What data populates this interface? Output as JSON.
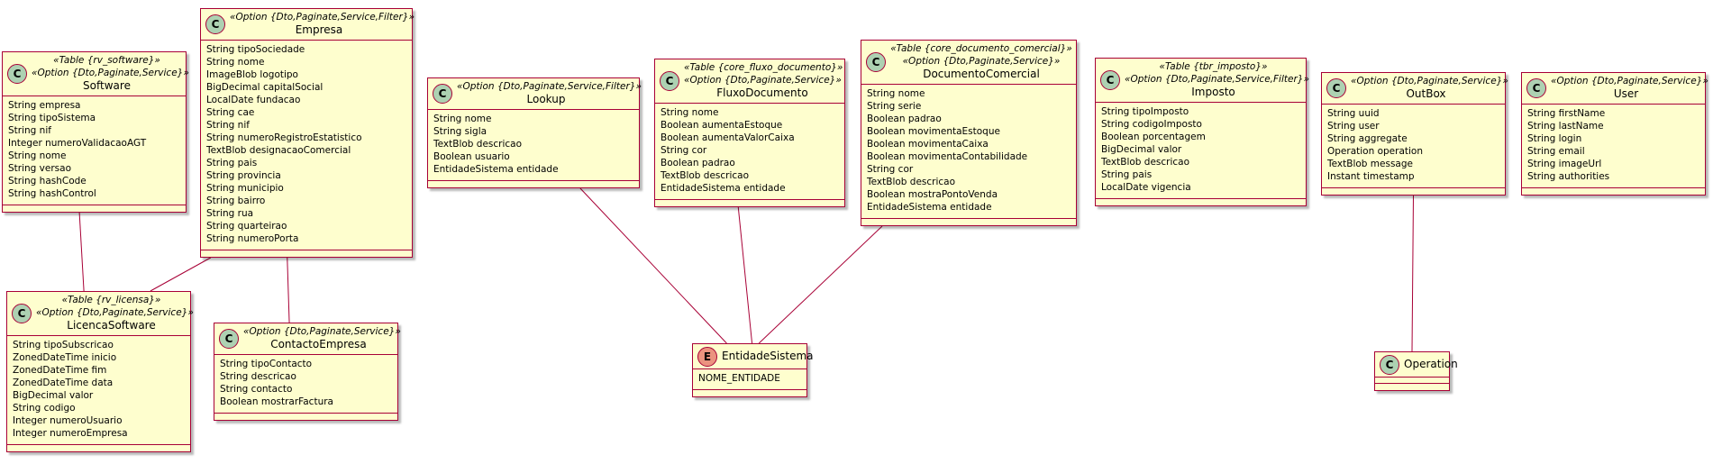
{
  "diagram": {
    "classes": [
      {
        "id": "software",
        "kind": "C",
        "stereotypes": [
          "«Table {rv_software}»",
          "«Option {Dto,Paginate,Service}»"
        ],
        "name": "Software",
        "fields": [
          "String empresa",
          "String tipoSistema",
          "String nif",
          "Integer numeroValidacaoAGT",
          "String nome",
          "String versao",
          "String hashCode",
          "String hashControl"
        ]
      },
      {
        "id": "empresa",
        "kind": "C",
        "stereotypes": [
          "«Option {Dto,Paginate,Service,Filter}»"
        ],
        "name": "Empresa",
        "fields": [
          "String tipoSociedade",
          "String nome",
          "ImageBlob logotipo",
          "BigDecimal capitalSocial",
          "LocalDate fundacao",
          "String cae",
          "String nif",
          "String numeroRegistroEstatistico",
          "TextBlob designacaoComercial",
          "String pais",
          "String provincia",
          "String municipio",
          "String bairro",
          "String rua",
          "String quarteirao",
          "String numeroPorta"
        ]
      },
      {
        "id": "licenca",
        "kind": "C",
        "stereotypes": [
          "«Table {rv_licensa}»",
          "«Option {Dto,Paginate,Service}»"
        ],
        "name": "LicencaSoftware",
        "fields": [
          "String tipoSubscricao",
          "ZonedDateTime inicio",
          "ZonedDateTime fim",
          "ZonedDateTime data",
          "BigDecimal valor",
          "String codigo",
          "Integer numeroUsuario",
          "Integer numeroEmpresa"
        ]
      },
      {
        "id": "contacto",
        "kind": "C",
        "stereotypes": [
          "«Option {Dto,Paginate,Service}»"
        ],
        "name": "ContactoEmpresa",
        "fields": [
          "String tipoContacto",
          "String descricao",
          "String contacto",
          "Boolean mostrarFactura"
        ]
      },
      {
        "id": "lookup",
        "kind": "C",
        "stereotypes": [
          "«Option {Dto,Paginate,Service,Filter}»"
        ],
        "name": "Lookup",
        "fields": [
          "String nome",
          "String sigla",
          "TextBlob descricao",
          "Boolean usuario",
          "EntidadeSistema entidade"
        ]
      },
      {
        "id": "fluxo",
        "kind": "C",
        "stereotypes": [
          "«Table {core_fluxo_documento}»",
          "«Option {Dto,Paginate,Service}»"
        ],
        "name": "FluxoDocumento",
        "fields": [
          "String nome",
          "Boolean aumentaEstoque",
          "Boolean aumentaValorCaixa",
          "String cor",
          "Boolean padrao",
          "TextBlob descricao",
          "EntidadeSistema entidade"
        ]
      },
      {
        "id": "documento",
        "kind": "C",
        "stereotypes": [
          "«Table {core_documento_comercial}»",
          "«Option {Dto,Paginate,Service}»"
        ],
        "name": "DocumentoComercial",
        "fields": [
          "String nome",
          "String serie",
          "Boolean padrao",
          "Boolean movimentaEstoque",
          "Boolean movimentaCaixa",
          "Boolean movimentaContabilidade",
          "String cor",
          "TextBlob descricao",
          "Boolean mostraPontoVenda",
          "EntidadeSistema entidade"
        ]
      },
      {
        "id": "imposto",
        "kind": "C",
        "stereotypes": [
          "«Table {tbr_imposto}»",
          "«Option {Dto,Paginate,Service,Filter}»"
        ],
        "name": "Imposto",
        "fields": [
          "String tipoImposto",
          "String codigoImposto",
          "Boolean porcentagem",
          "BigDecimal valor",
          "TextBlob descricao",
          "String pais",
          "LocalDate vigencia"
        ]
      },
      {
        "id": "outbox",
        "kind": "C",
        "stereotypes": [
          "«Option {Dto,Paginate,Service}»"
        ],
        "name": "OutBox",
        "fields": [
          "String uuid",
          "String user",
          "String aggregate",
          "Operation operation",
          "TextBlob message",
          "Instant timestamp"
        ]
      },
      {
        "id": "user",
        "kind": "C",
        "stereotypes": [
          "«Option {Dto,Paginate,Service}»"
        ],
        "name": "User",
        "fields": [
          "String firstName",
          "String lastName",
          "String login",
          "String email",
          "String imageUrl",
          "String authorities"
        ]
      },
      {
        "id": "entidade",
        "kind": "E",
        "stereotypes": [],
        "name": "EntidadeSistema",
        "fields": [
          "NOME_ENTIDADE"
        ]
      },
      {
        "id": "operation",
        "kind": "C",
        "stereotypes": [],
        "name": "Operation",
        "fields": []
      }
    ],
    "links": [
      {
        "from": "software",
        "to": "licenca"
      },
      {
        "from": "empresa",
        "to": "licenca"
      },
      {
        "from": "empresa",
        "to": "contacto"
      },
      {
        "from": "lookup",
        "to": "entidade"
      },
      {
        "from": "fluxo",
        "to": "entidade"
      },
      {
        "from": "documento",
        "to": "entidade"
      },
      {
        "from": "outbox",
        "to": "operation"
      }
    ],
    "colors": {
      "fill": "#FEFECE",
      "border": "#A80036",
      "class_circle": "#ADD1B2",
      "enum_circle": "#EB937F",
      "line": "#A80036"
    }
  }
}
